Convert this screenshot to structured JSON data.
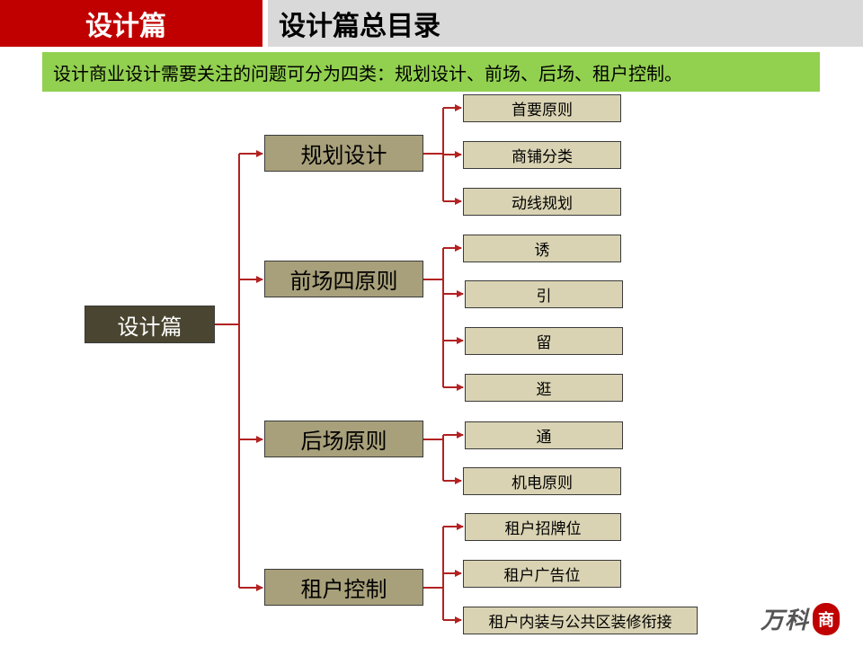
{
  "header": {
    "left_title": "设计篇",
    "right_title": "设计篇总目录"
  },
  "subtitle": "设计商业设计需要关注的问题可分为四类：规划设计、前场、后场、租户控制。",
  "tree": {
    "root": "设计篇",
    "categories": [
      {
        "label": "规划设计",
        "items": [
          "首要原则",
          "商铺分类",
          "动线规划"
        ]
      },
      {
        "label": "前场四原则",
        "items": [
          "诱",
          "引",
          "留",
          "逛"
        ]
      },
      {
        "label": "后场原则",
        "items": [
          "通",
          "机电原则"
        ]
      },
      {
        "label": "租户控制",
        "items": [
          "租户招牌位",
          "租户广告位",
          "租户内装与公共区装修衔接"
        ]
      }
    ]
  },
  "logo": {
    "text": "万科",
    "seal": "商"
  },
  "colors": {
    "header_red": "#c00000",
    "header_gray": "#d9d9d9",
    "subtitle_green": "#92d050",
    "root_fill": "#4a4530",
    "category_fill": "#a8a07a",
    "leaf_fill": "#d9d3b3",
    "connector": "#b22222"
  }
}
